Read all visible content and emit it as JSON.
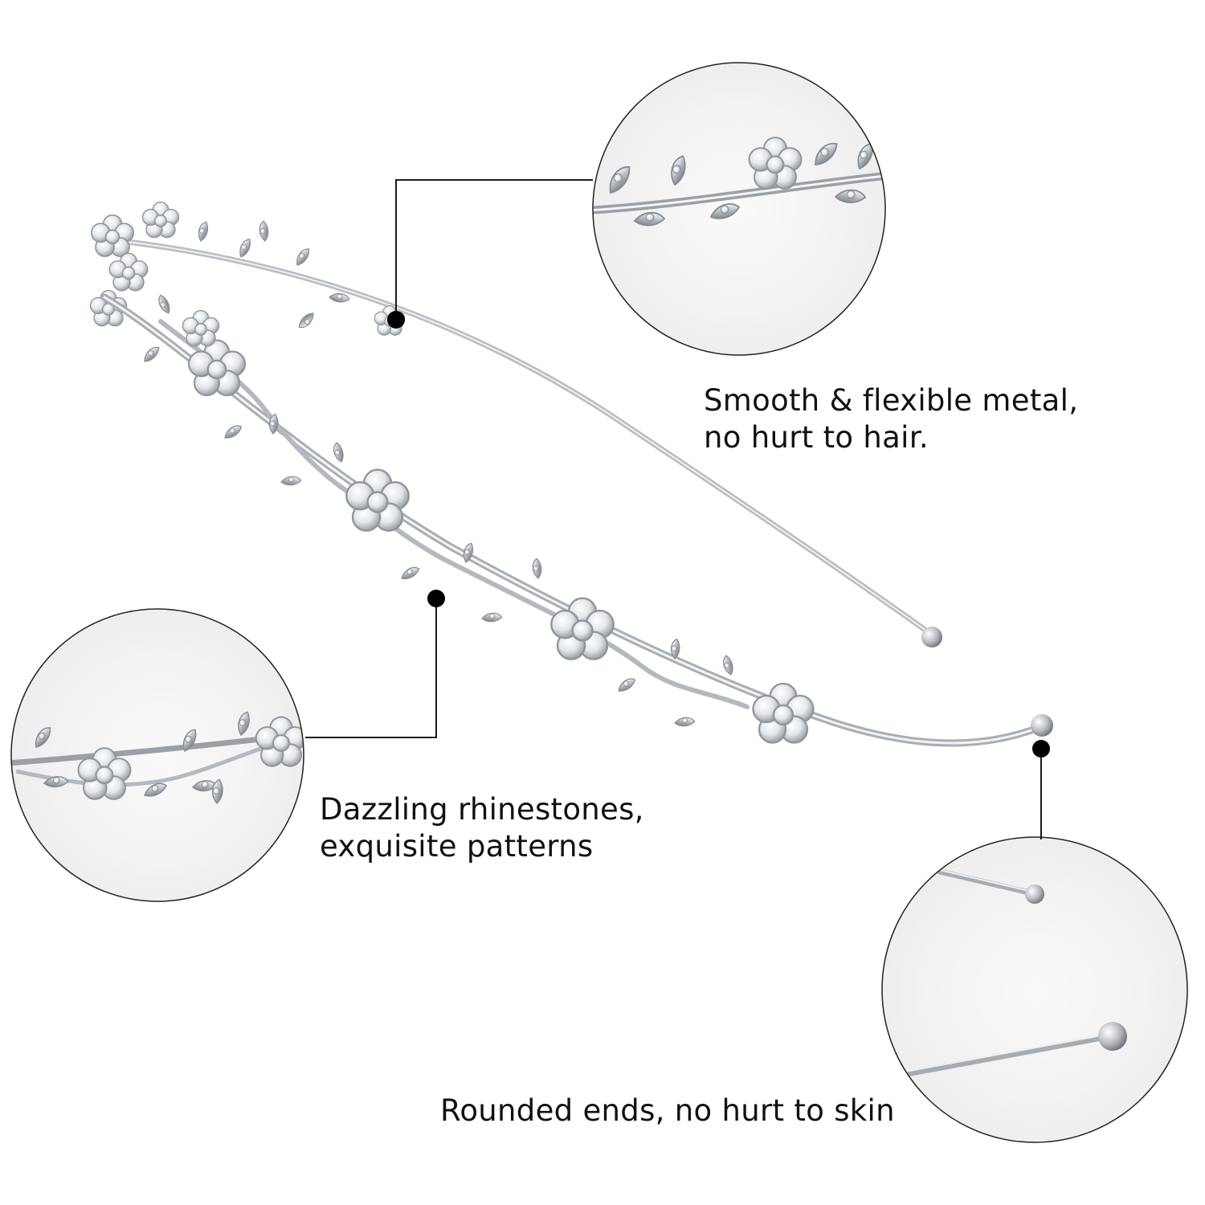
{
  "features": {
    "metal": {
      "line1": "Smooth & flexible metal,",
      "line2": "no hurt to hair."
    },
    "rhinestones": {
      "line1": "Dazzling rhinestones,",
      "line2": "exquisite patterns"
    },
    "ends": {
      "line1": "Rounded ends, no hurt to skin"
    }
  },
  "colors": {
    "background": "#ffffff",
    "text": "#111111",
    "metal": "#c9cdd2",
    "metal_dark": "#8e949b",
    "crystal": "#f4f6f8",
    "callout": "#000000"
  },
  "icons": [
    "headband-product-image",
    "detail-zoom-circle",
    "callout-dot"
  ]
}
